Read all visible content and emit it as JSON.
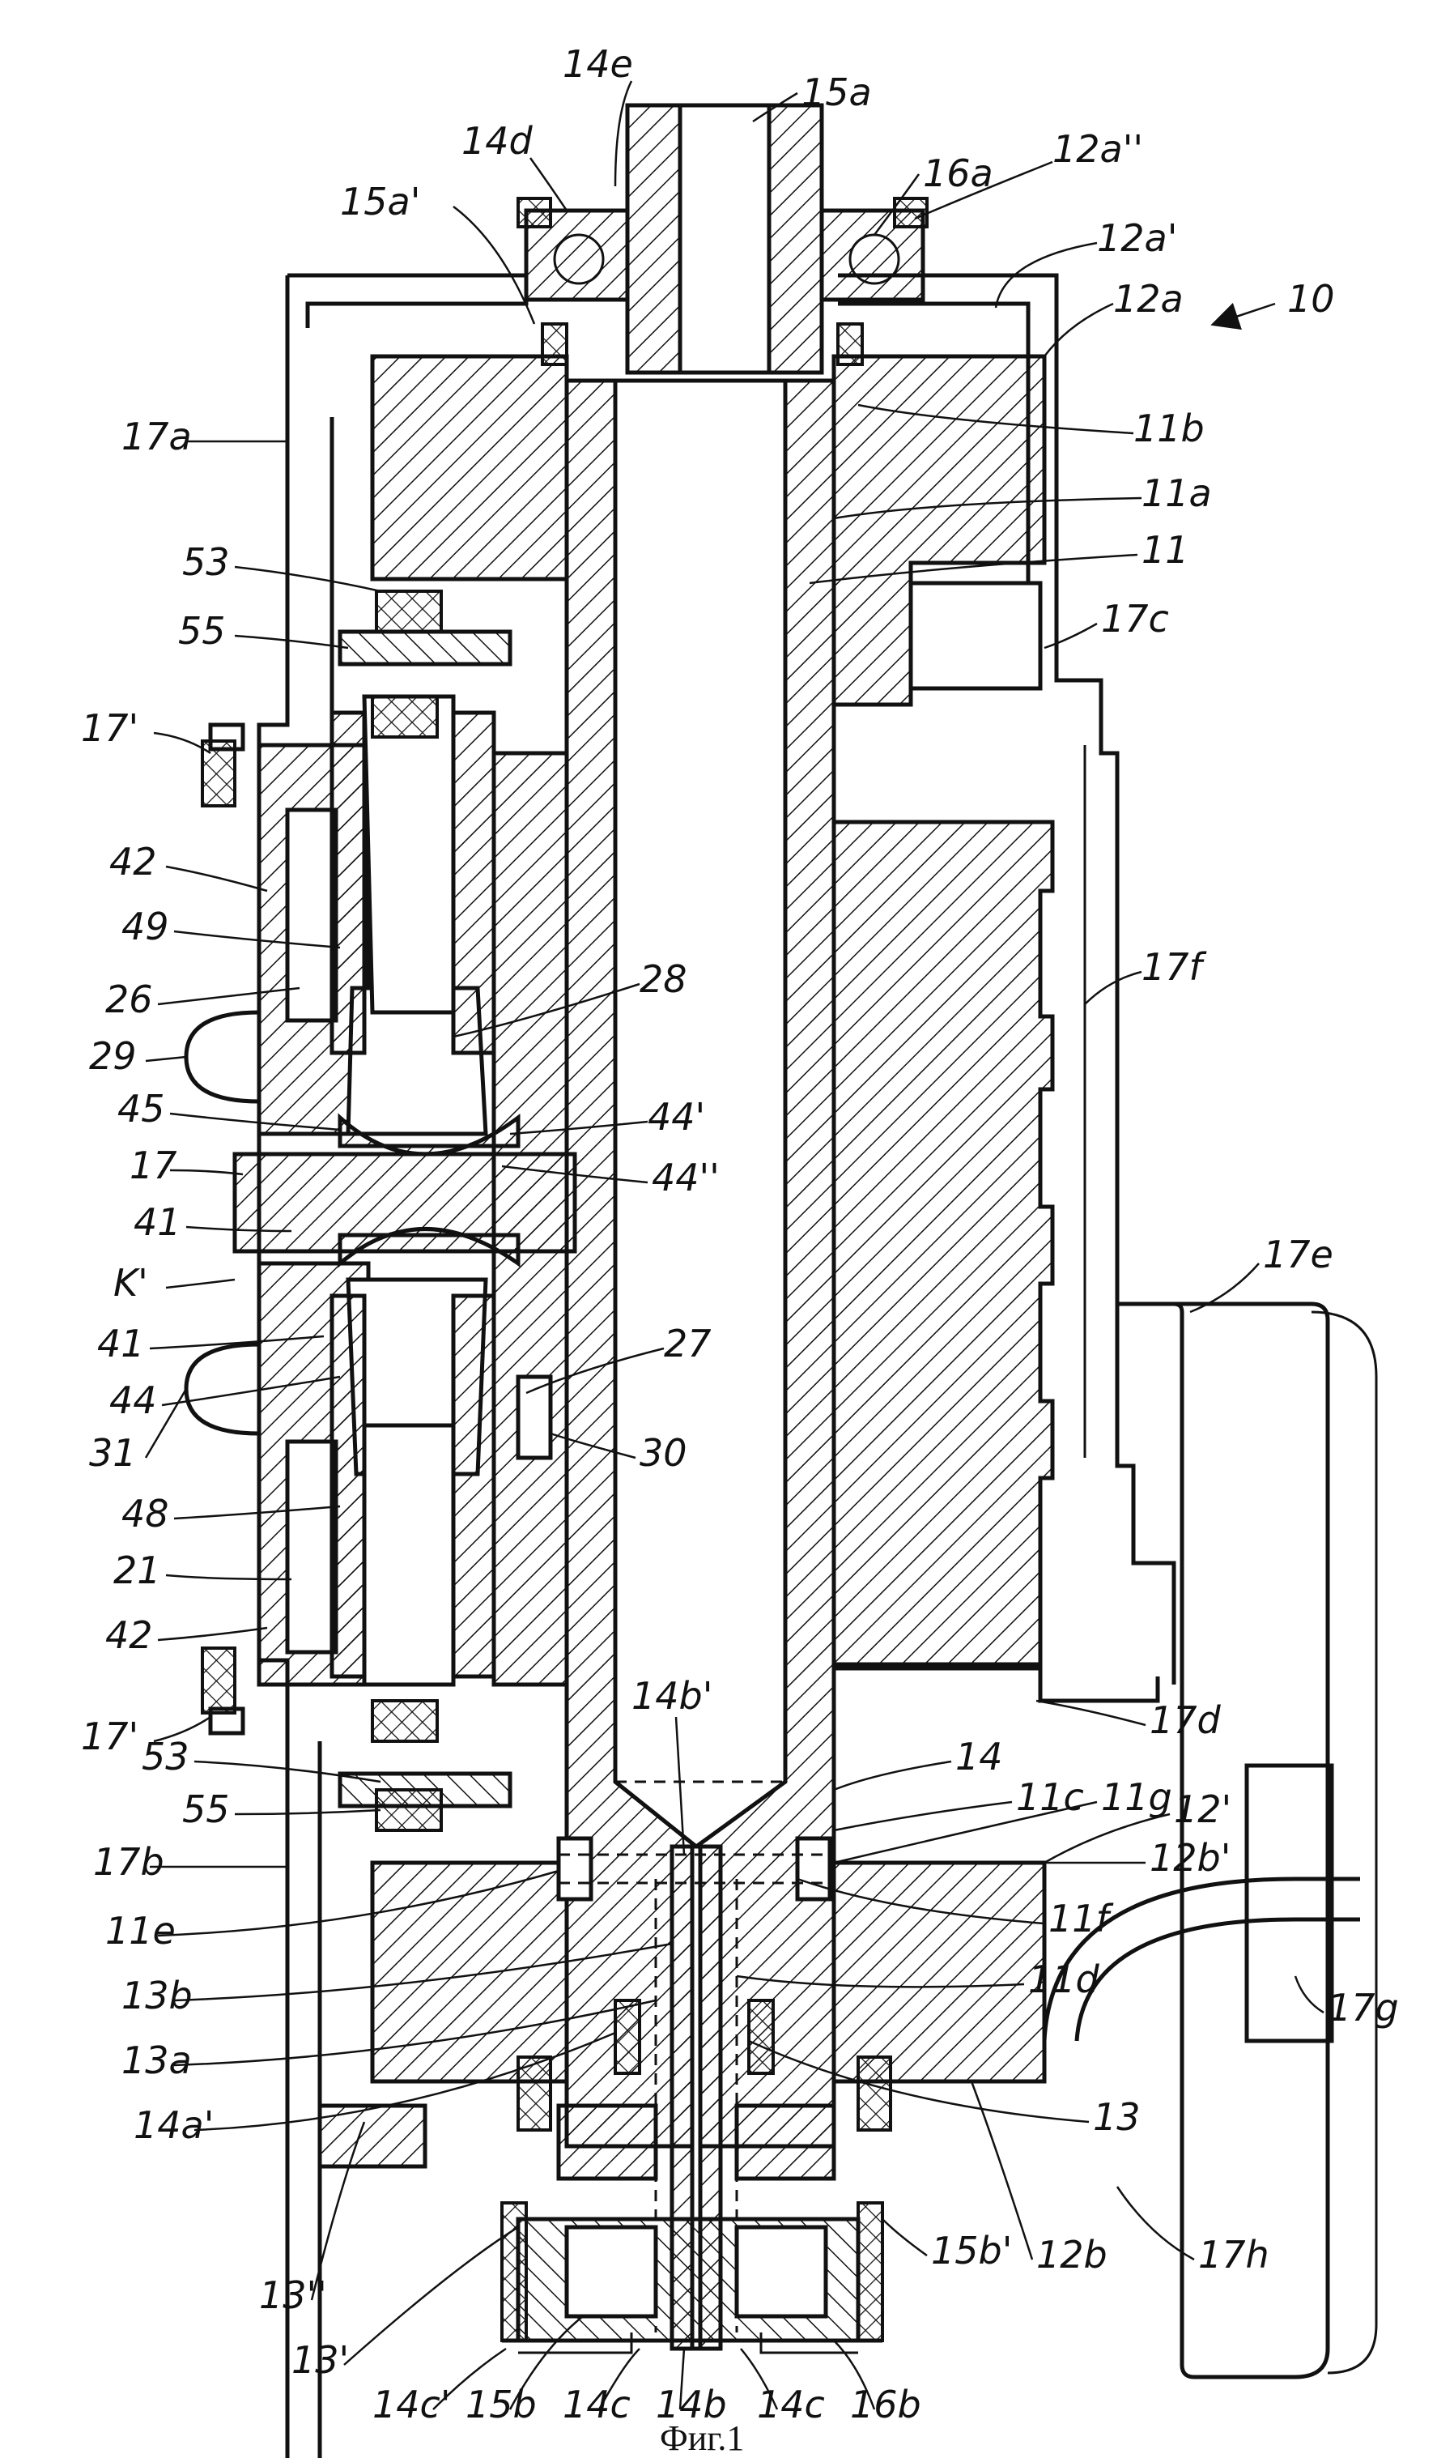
{
  "figure": {
    "caption": "Фиг.1",
    "reference_numeral": "10",
    "labels": {
      "l14e": "14e",
      "l15a": "15a",
      "l14d": "14d",
      "l16a": "16a",
      "l12a2": "12a''",
      "l15a1": "15a'",
      "l12a1": "12a'",
      "l12a": "12a",
      "l17a": "17a",
      "l11b": "11b",
      "l11a": "11a",
      "l53t": "53",
      "l11": "11",
      "l55t": "55",
      "l17c": "17c",
      "l17t": "17'",
      "l42t": "42",
      "l49": "49",
      "l17f": "17f",
      "l26": "26",
      "l28": "28",
      "l29": "29",
      "l45": "45",
      "l44p": "44'",
      "l17": "17",
      "l44pp": "44''",
      "l41t": "41",
      "lK": "K'",
      "l17e": "17e",
      "l41b": "41",
      "l27": "27",
      "l44": "44",
      "l31": "31",
      "l30": "30",
      "l48": "48",
      "l21": "21",
      "l42b": "42",
      "l17b2": "17'",
      "l14b1": "14b'",
      "l17d": "17d",
      "l53b": "53",
      "l14": "14",
      "l55b": "55",
      "l11c": "11c",
      "l11g": "11g",
      "l12p": "12'",
      "l17b": "17b",
      "l12b1": "12b'",
      "l11e": "11e",
      "l11f": "11f",
      "l13b": "13b",
      "l11d": "11d",
      "l17g": "17g",
      "l13a": "13a",
      "l14a1": "14a'",
      "l13": "13",
      "l17h": "17h",
      "l13pp": "13''",
      "l15b1": "15b'",
      "l12b": "12b",
      "l13p": "13'",
      "l14c1": "14c'",
      "l15b": "15b",
      "l14c": "14c",
      "l14b": "14b",
      "l14c2": "14c",
      "l16b": "16b"
    }
  }
}
